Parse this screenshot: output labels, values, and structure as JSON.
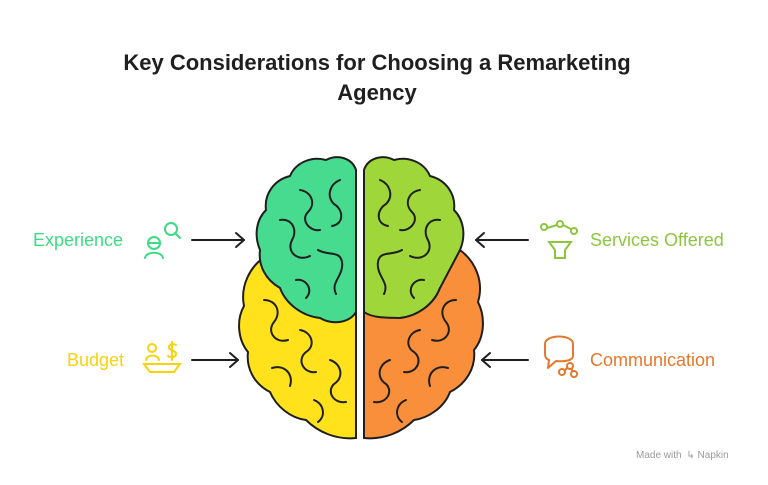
{
  "title": {
    "line1": "Key Considerations for Choosing a Remarketing",
    "line2": "Agency"
  },
  "labels": {
    "experience": "Experience",
    "budget": "Budget",
    "services": "Services Offered",
    "communication": "Communication"
  },
  "colors": {
    "experience": "#3ddc84",
    "budget": "#f6d20f",
    "services": "#8cc63f",
    "communication": "#e5782c",
    "green_lobe": "#47db8f",
    "yellow_lobe": "#ffe21c",
    "lime_lobe": "#9fd73a",
    "orange_lobe": "#f98f3a"
  },
  "icons": {
    "experience": "person-magnifier-icon",
    "budget": "money-scale-icon",
    "services": "network-funnel-icon",
    "communication": "chat-bubble-share-icon"
  },
  "footer": {
    "made_with": "Made with",
    "brand": "Napkin"
  }
}
